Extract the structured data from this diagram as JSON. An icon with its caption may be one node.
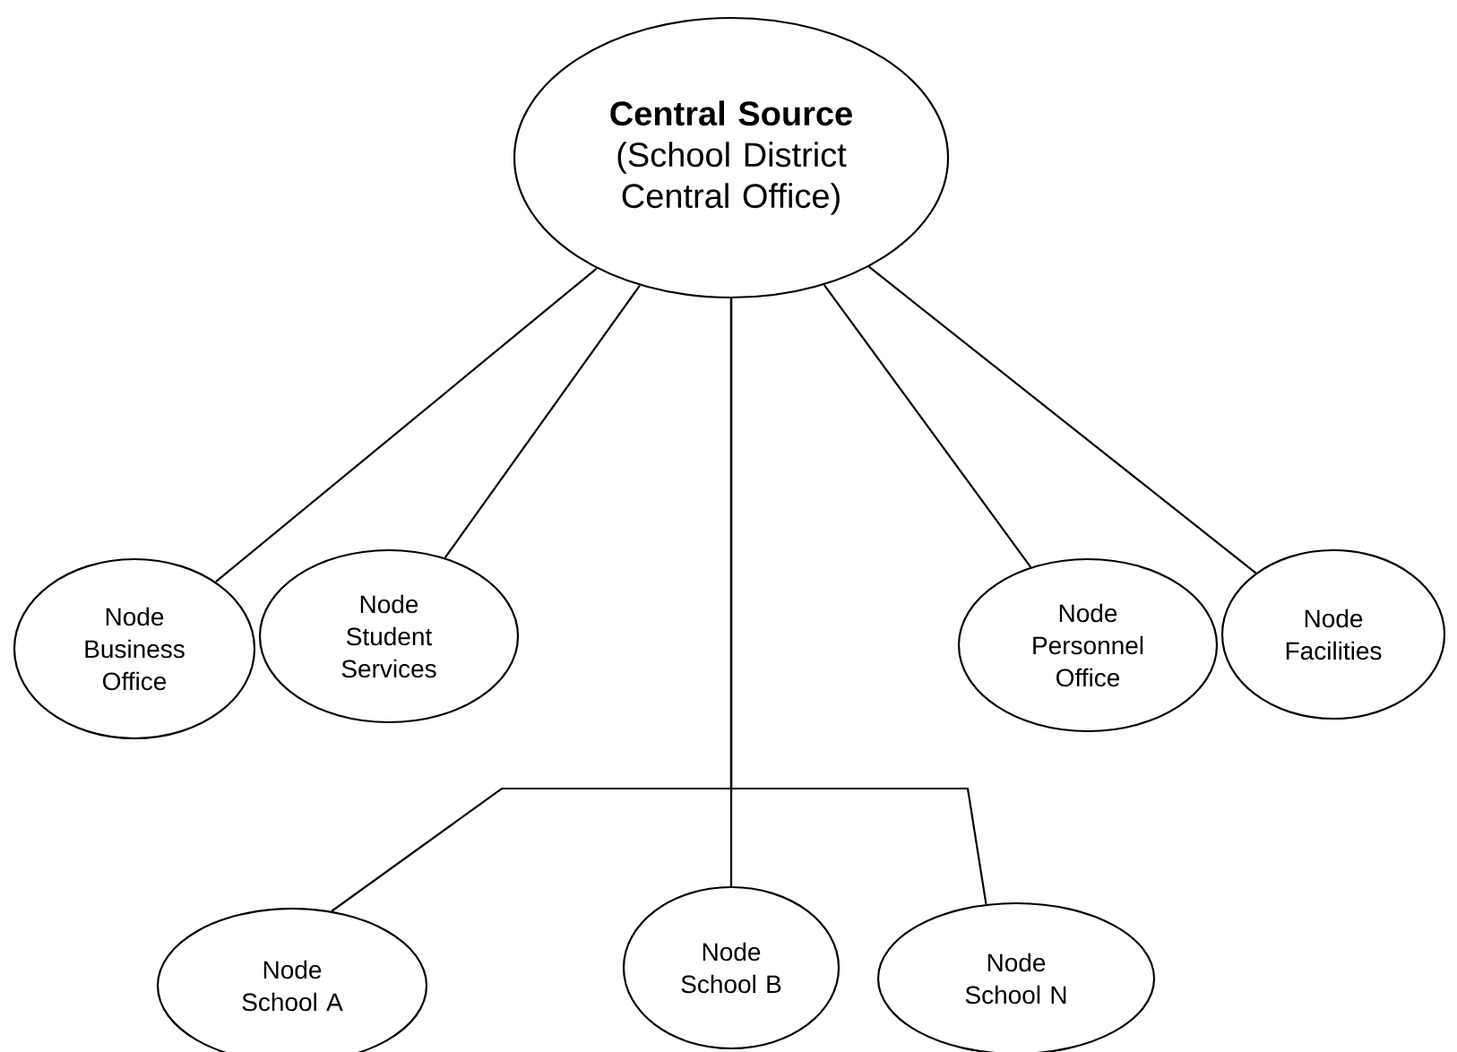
{
  "diagram": {
    "nodes": [
      {
        "text": [
          "Central Source",
          "(School District Central Office)"
        ]
      },
      {
        "text": [
          "Node Business Office"
        ]
      },
      {
        "text": [
          "Node Student Services"
        ]
      },
      {
        "text": [
          "Node Personnel Office"
        ]
      },
      {
        "text": [
          "Node Facilities"
        ]
      },
      {
        "text": [
          "Node School A"
        ]
      },
      {
        "text": [
          "Node School B"
        ]
      },
      {
        "text": [
          "Node School N"
        ]
      }
    ],
    "edges": [
      {
        "from": 0,
        "to": 1,
        "arrow": "none"
      },
      {
        "from": 0,
        "to": 2,
        "arrow": "none"
      },
      {
        "from": 0,
        "to": 3,
        "arrow": "none"
      },
      {
        "from": 0,
        "to": 4,
        "arrow": "none"
      },
      {
        "from": 0,
        "to": 5,
        "arrow": "none"
      },
      {
        "from": 0,
        "to": 6,
        "arrow": "none"
      },
      {
        "from": 0,
        "to": 7,
        "arrow": "none"
      }
    ]
  }
}
